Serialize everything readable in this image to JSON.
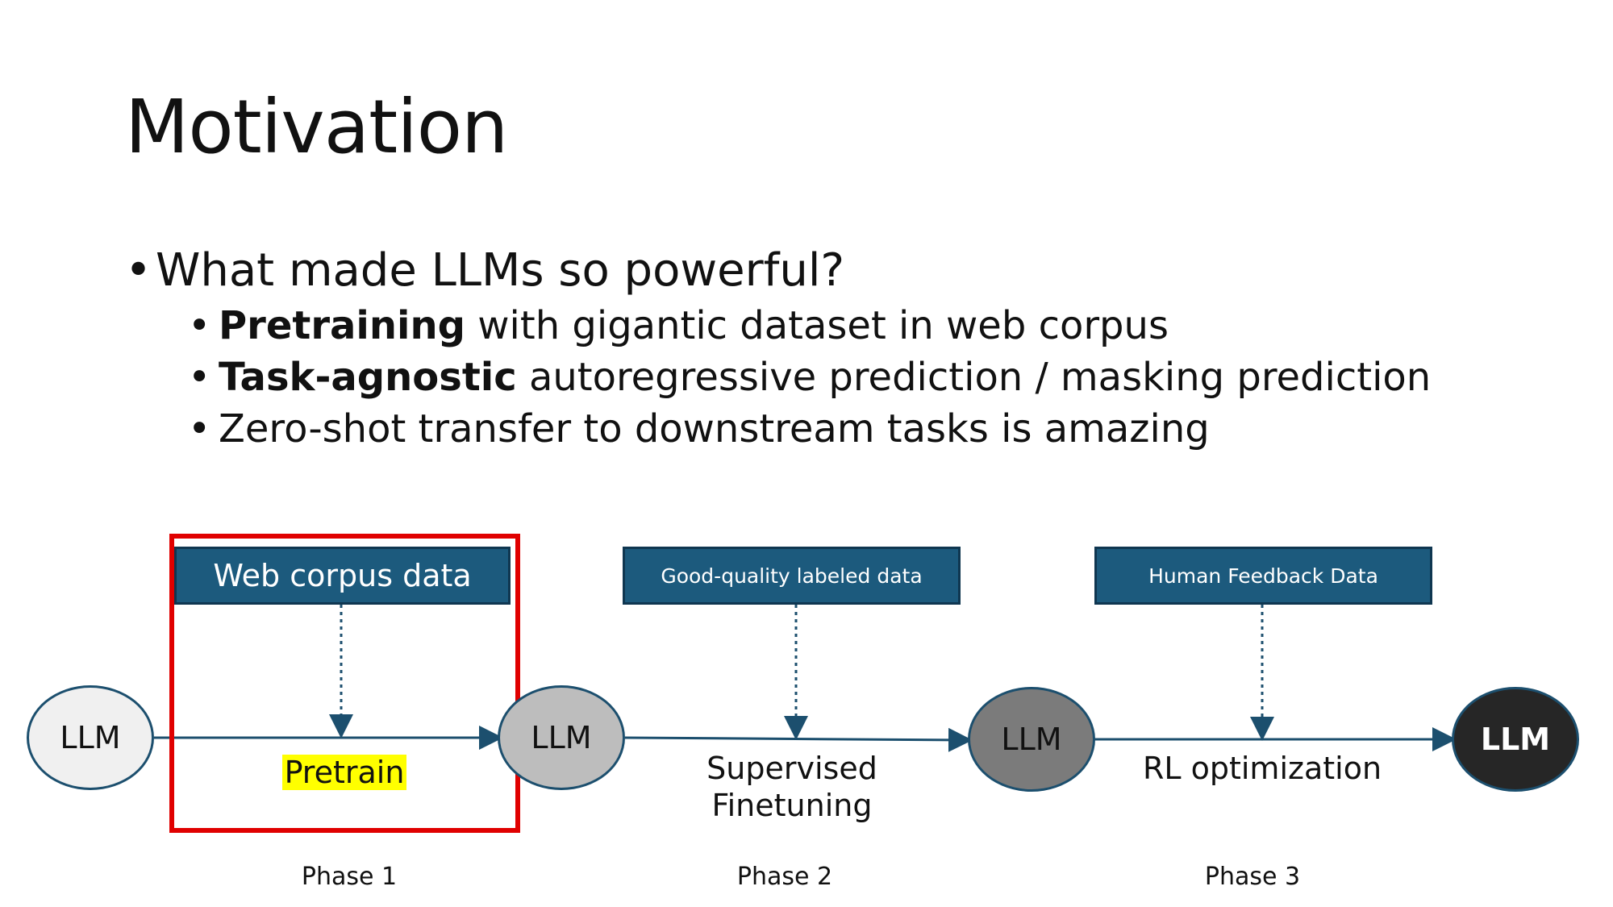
{
  "title": "Motivation",
  "bullets": {
    "main": "What made LLMs so powerful?",
    "sub": [
      {
        "bold": "Pretraining",
        "rest": " with gigantic dataset in web corpus"
      },
      {
        "bold": "Task-agnostic",
        "rest": " autoregressive prediction / masking prediction"
      },
      {
        "bold": "",
        "rest": "Zero-shot transfer to downstream tasks is amazing"
      }
    ]
  },
  "diagram": {
    "data_boxes": [
      "Web corpus data",
      "Good-quality labeled data",
      "Human Feedback Data"
    ],
    "nodes": [
      "LLM",
      "LLM",
      "LLM",
      "LLM"
    ],
    "steps": [
      "Pretrain",
      "Supervised Finetuning",
      "RL optimization"
    ],
    "phases": [
      "Phase 1",
      "Phase 2",
      "Phase 3"
    ],
    "colors": {
      "box_fill": "#1c5a7d",
      "node_1": "#f0f0f0",
      "node_2": "#bdbdbd",
      "node_3": "#7b7b7b",
      "node_4": "#262626",
      "highlight_frame": "#e00000",
      "pretrain_highlight": "#ffff00"
    }
  }
}
